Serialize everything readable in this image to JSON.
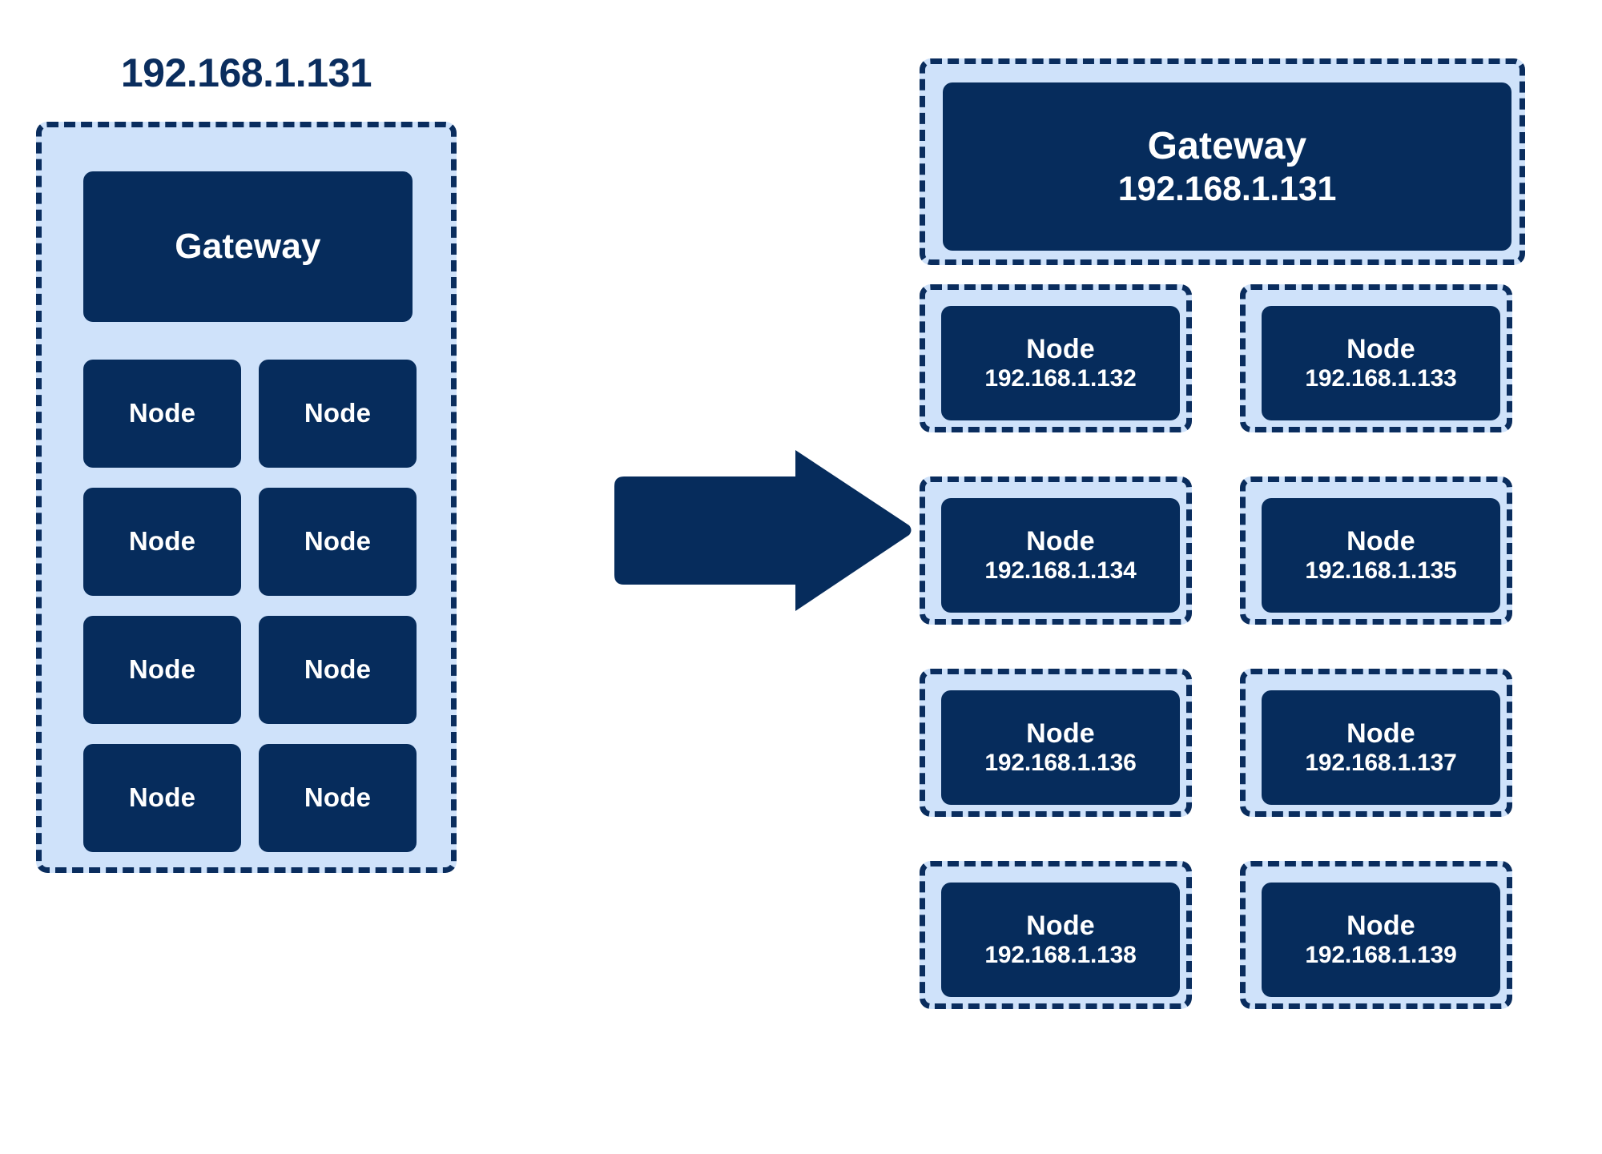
{
  "diagram": {
    "title_left": "192.168.1.131",
    "colors": {
      "navy": "#062c5c",
      "border_navy": "#0a2d5e",
      "light_blue": "#cfe2fa",
      "background": "#ffffff",
      "text_on_navy": "#ffffff"
    }
  },
  "left_panel": {
    "caption": "192.168.1.131",
    "gateway": {
      "label": "Gateway"
    },
    "nodes": [
      {
        "label": "Node"
      },
      {
        "label": "Node"
      },
      {
        "label": "Node"
      },
      {
        "label": "Node"
      },
      {
        "label": "Node"
      },
      {
        "label": "Node"
      },
      {
        "label": "Node"
      },
      {
        "label": "Node"
      }
    ]
  },
  "arrow": {
    "name": "right-arrow",
    "direction": "right"
  },
  "right_panel": {
    "gateway": {
      "label": "Gateway",
      "ip": "192.168.1.131"
    },
    "nodes": [
      {
        "label": "Node",
        "ip": "192.168.1.132"
      },
      {
        "label": "Node",
        "ip": "192.168.1.133"
      },
      {
        "label": "Node",
        "ip": "192.168.1.134"
      },
      {
        "label": "Node",
        "ip": "192.168.1.135"
      },
      {
        "label": "Node",
        "ip": "192.168.1.136"
      },
      {
        "label": "Node",
        "ip": "192.168.1.137"
      },
      {
        "label": "Node",
        "ip": "192.168.1.138"
      },
      {
        "label": "Node",
        "ip": "192.168.1.139"
      }
    ]
  }
}
